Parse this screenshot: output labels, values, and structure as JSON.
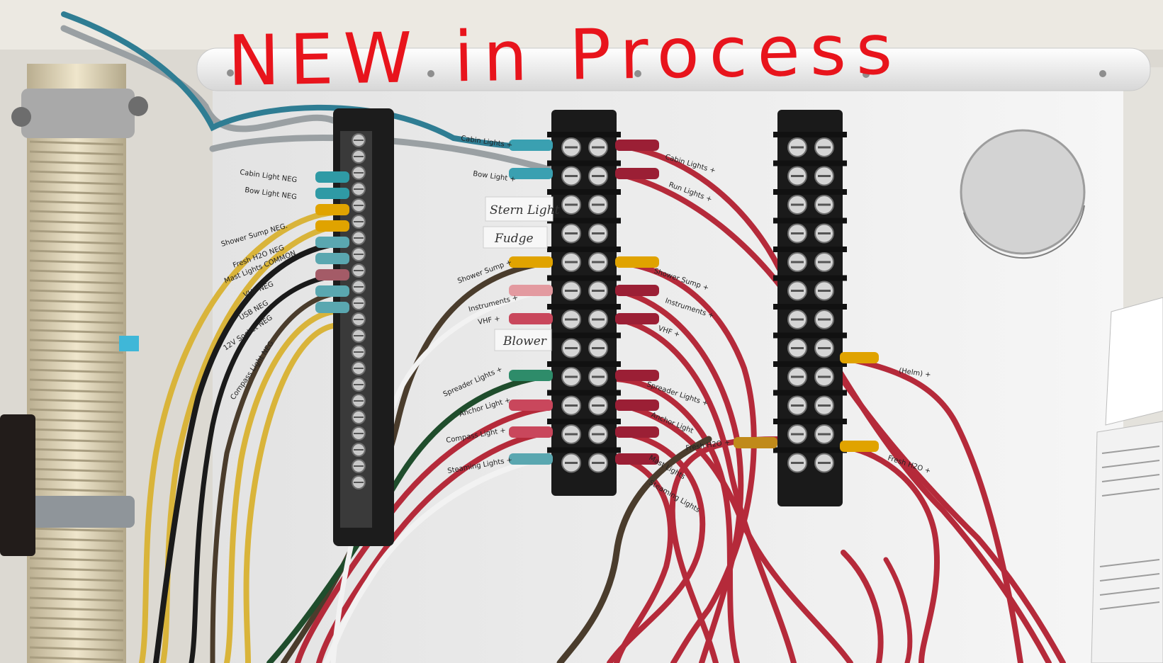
{
  "annotation": {
    "text": "NEW in Process",
    "color": "#e8141c"
  },
  "handwritten_labels": [
    "Stern Light",
    "Fudge",
    "Blower"
  ],
  "neg_bus_labels": [
    "Cabin Light NEG",
    "Bow Light NEG",
    "Shower Sump NEG.",
    "Fresh H2O NEG",
    "Mast Lights COMMON",
    "VHF NEG",
    "USB NEG",
    "12V Socket NEG",
    "Compass Light NEG"
  ],
  "left_block_labels": [
    "Cabin Lights +",
    "Bow Light +",
    "Shower Sump +",
    "Instruments +",
    "VHF +",
    "Spreader Lights +",
    "Anchor Light +",
    "Compass Light +",
    "Steaming Lights +"
  ],
  "right_block_labels": [
    "Cabin Lights +",
    "Run Lights +",
    "Shower Sump +",
    "Instruments +",
    "VHF +",
    "Spreader Lights +",
    "Anchor Light",
    "Mast Lights",
    "Steaming Lights"
  ],
  "second_strip_labels": [
    "(Helm) +",
    "Fresh H2O +",
    "Fresh H2O +"
  ],
  "wire_colors": {
    "positive": "#b52a3a",
    "ground": "#4a3c2c",
    "yellow": "#d9b43a",
    "gray": "#9aa0a3",
    "blue": "#2f7d93"
  }
}
